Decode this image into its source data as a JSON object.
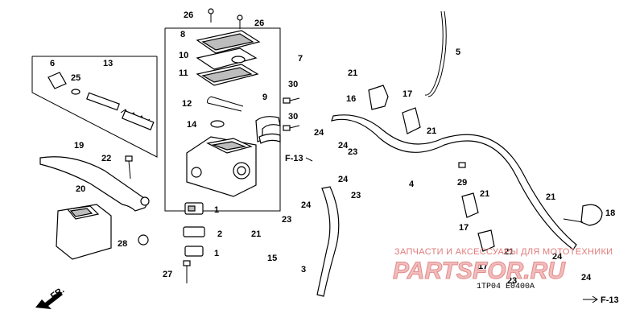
{
  "labels": {
    "n1a": "1",
    "n1b": "1",
    "n2": "2",
    "n3": "3",
    "n4": "4",
    "n5": "5",
    "n6": "6",
    "n7": "7",
    "n8": "8",
    "n9": "9",
    "n10": "10",
    "n11": "11",
    "n12": "12",
    "n13": "13",
    "n14": "14",
    "n15": "15",
    "n16": "16",
    "n17a": "17",
    "n17b": "17",
    "n17c": "17",
    "n18": "18",
    "n19": "19",
    "n20": "20",
    "n21a": "21",
    "n21b": "21",
    "n21c": "21",
    "n21d": "21",
    "n21e": "21",
    "n21f": "21",
    "n22": "22",
    "n23a": "23",
    "n23b": "23",
    "n23c": "23",
    "n23d": "23",
    "n24a": "24",
    "n24b": "24",
    "n24c": "24",
    "n24d": "24",
    "n24e": "24",
    "n24f": "24",
    "n25": "25",
    "n26a": "26",
    "n26b": "26",
    "n27": "27",
    "n28": "28",
    "n29": "29",
    "n30a": "30",
    "n30b": "30"
  },
  "refs": {
    "f13a": "F-13",
    "f13b": "F-13",
    "fr": "FR."
  },
  "code": "1TP04 E0400A",
  "watermark": {
    "top": "ЗАПЧАСТИ И АКСЕССУАРЫ ДЛЯ МОТОТЕХНИКИ",
    "big": "PARTSFOR.RU"
  },
  "colors": {
    "ink": "#000000",
    "watermark": "#e07a7a",
    "background": "#ffffff"
  }
}
